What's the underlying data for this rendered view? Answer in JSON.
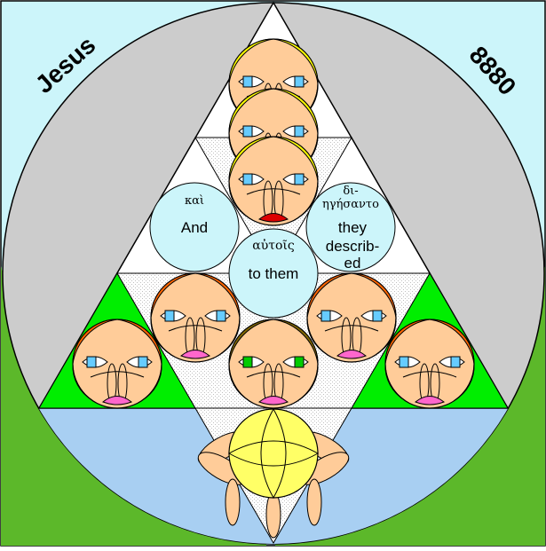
{
  "corner_labels": {
    "left": "Jesus",
    "right": "8880"
  },
  "bubbles": {
    "and": {
      "greek": "καὶ",
      "english": "And"
    },
    "to_them": {
      "greek": "αὐτοῖς",
      "english": "to them"
    },
    "described": {
      "greek_line1": "δι-",
      "greek_line2": "ηγήσαντο",
      "english_line1": "they",
      "english_line2": "describ-",
      "english_line3": "ed"
    }
  },
  "colors": {
    "sky": "#ccf5fa",
    "disc": "#cccccc",
    "grass": "#5cb82a",
    "water": "#a8cff2",
    "bright_green": "#00ee00",
    "bubble": "#ccf5fa",
    "face": "#ffcc99",
    "hair_yellow": "#ffff00",
    "hair_orange": "#ff6600",
    "hair_brown": "#806600",
    "eye_blue": "#66ccff",
    "eye_green": "#00cc00",
    "lip_red": "#dd0000",
    "lip_pink": "#ff66cc",
    "sun": "#ffff66"
  }
}
